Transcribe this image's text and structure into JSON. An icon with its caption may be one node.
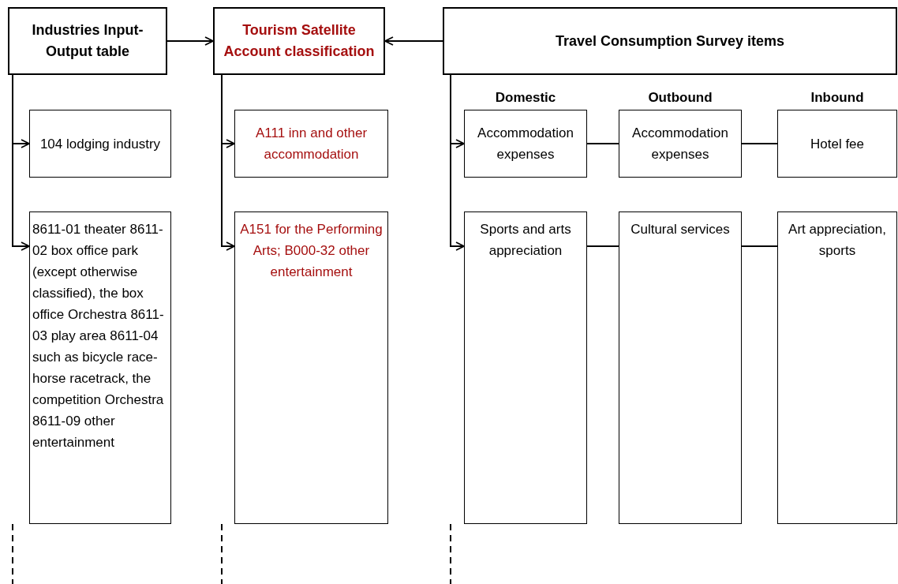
{
  "diagram": {
    "nodes": [
      {
        "text": [
          "Industries Input-Output table"
        ]
      },
      {
        "text": [
          "Tourism Satellite Account classification"
        ]
      },
      {
        "text": [
          "Travel Consumption Survey items"
        ]
      },
      {
        "text": [
          "104 lodging industry"
        ]
      },
      {
        "text": [
          "A111 inn and other accommodation"
        ]
      },
      {
        "text": [
          "Accommodation expenses"
        ]
      },
      {
        "text": [
          "Accommodation expenses"
        ]
      },
      {
        "text": [
          "Hotel fee"
        ]
      },
      {
        "text": [
          "8611-01 theater 8611-02 box office park (except otherwise classified), the box office Orchestra 8611-03 play area 8611-04 such as bicycle race-horse racetrack, the competition Orchestra 8611-09 other entertainment"
        ]
      },
      {
        "text": [
          "A151 for the Performing Arts; B000-32 other entertainment"
        ]
      },
      {
        "text": [
          "Sports and arts appreciation"
        ]
      },
      {
        "text": [
          "Cultural services"
        ]
      },
      {
        "text": [
          "Art appreciation, sports"
        ]
      }
    ],
    "edges": [
      {
        "from": 0,
        "to": 1,
        "arrow": "to"
      },
      {
        "from": 2,
        "to": 1,
        "arrow": "to"
      },
      {
        "from": 0,
        "to": 3,
        "arrow": "to"
      },
      {
        "from": 0,
        "to": 8,
        "arrow": "to"
      },
      {
        "from": 1,
        "to": 4,
        "arrow": "to"
      },
      {
        "from": 1,
        "to": 9,
        "arrow": "to"
      },
      {
        "from": 2,
        "to": 5,
        "arrow": "to"
      },
      {
        "from": 2,
        "to": 10,
        "arrow": "to"
      },
      {
        "from": 5,
        "to": 6,
        "arrow": "none"
      },
      {
        "from": 6,
        "to": 7,
        "arrow": "none"
      },
      {
        "from": 10,
        "to": 11,
        "arrow": "none"
      },
      {
        "from": 11,
        "to": 12,
        "arrow": "none"
      }
    ],
    "labels": [
      "Domestic",
      "Outbound",
      "Inbound"
    ]
  }
}
